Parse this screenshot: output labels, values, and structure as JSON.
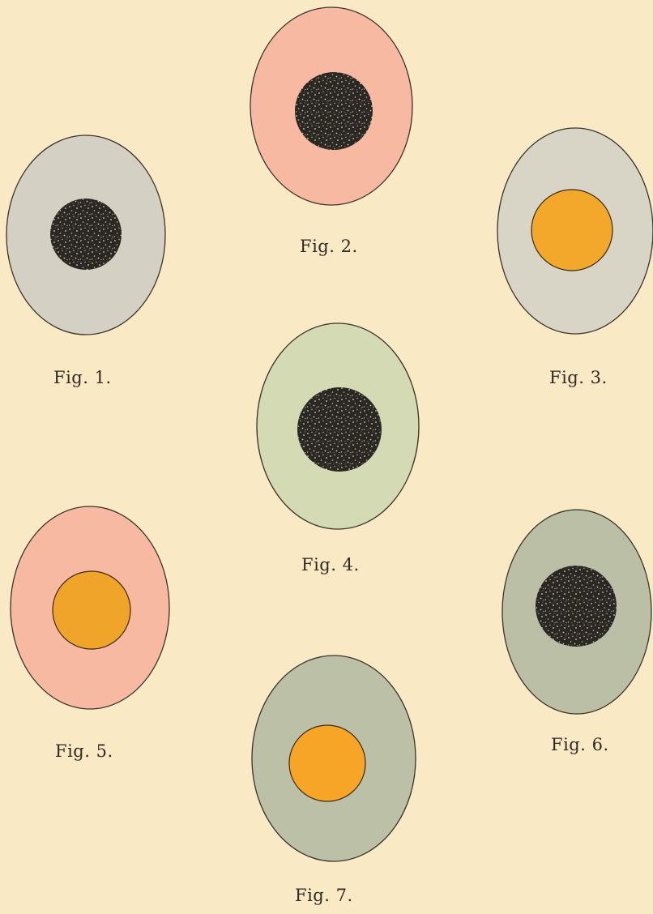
{
  "plate": {
    "background": "#f9e9c4",
    "figures": [
      {
        "id": "fig-1",
        "caption": "Fig. 1.",
        "shell_color": "#d4d1c4",
        "core": "dark-speckled",
        "core_color": "#2b2824"
      },
      {
        "id": "fig-2",
        "caption": "Fig. 2.",
        "shell_color": "#f7b9a2",
        "core": "dark-speckled",
        "core_color": "#2b2824"
      },
      {
        "id": "fig-3",
        "caption": "Fig. 3.",
        "shell_color": "#d9d5c6",
        "core": "orange",
        "core_color": "#f3a82c"
      },
      {
        "id": "fig-4",
        "caption": "Fig. 4.",
        "shell_color": "#d4dbb4",
        "core": "dark-speckled",
        "core_color": "#2b2824"
      },
      {
        "id": "fig-5",
        "caption": "Fig. 5.",
        "shell_color": "#f7b9a2",
        "core": "orange",
        "core_color": "#f0a42a"
      },
      {
        "id": "fig-6",
        "caption": "Fig. 6.",
        "shell_color": "#bbbfa6",
        "core": "dark-speckled",
        "core_color": "#2b2824"
      },
      {
        "id": "fig-7",
        "caption": "Fig. 7.",
        "shell_color": "#bcc0a7",
        "core": "orange",
        "core_color": "#f6a526"
      }
    ]
  }
}
